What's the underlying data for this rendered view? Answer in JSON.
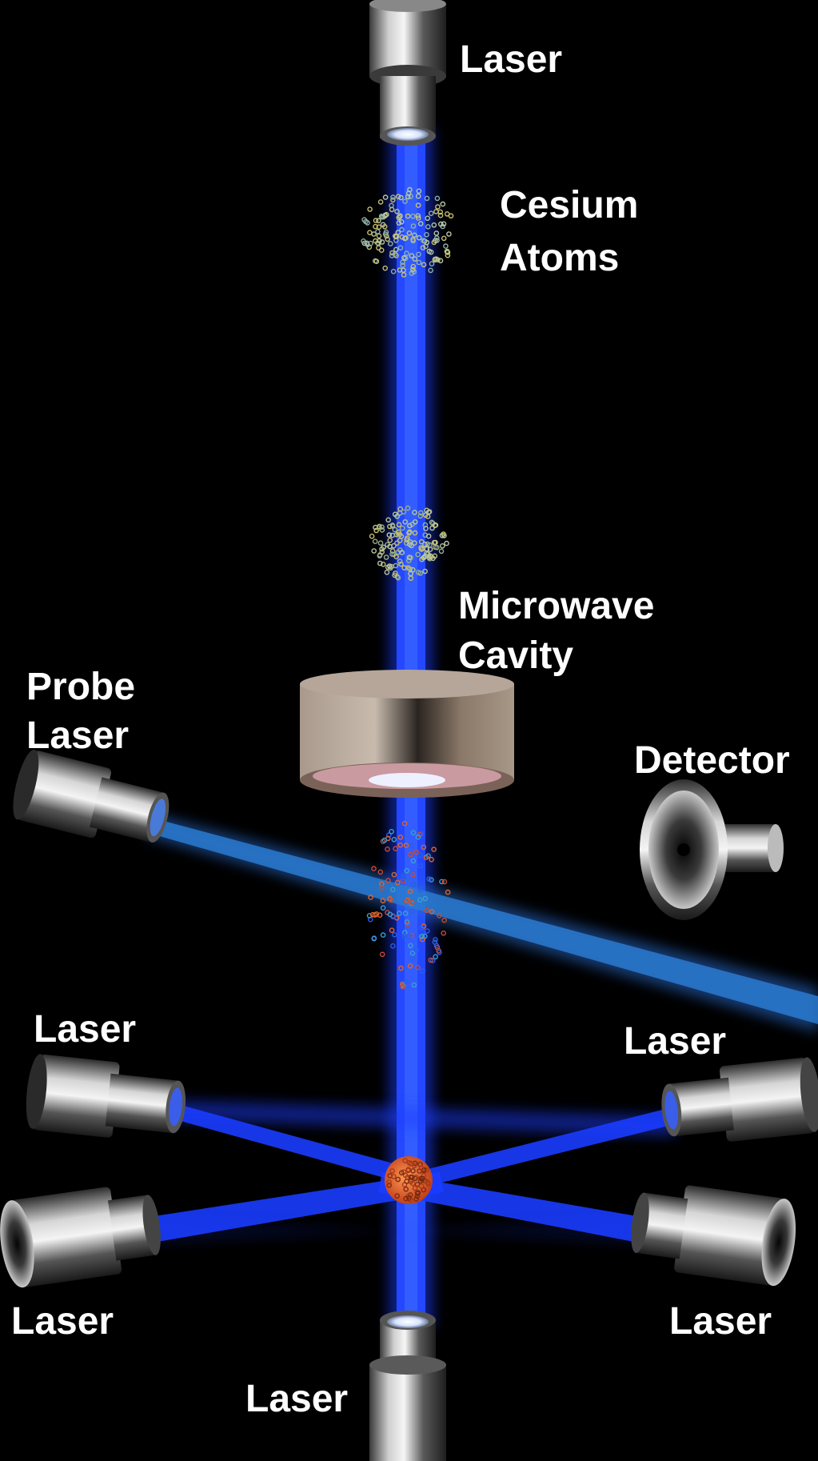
{
  "labels": {
    "top_laser": "Laser",
    "cesium_atoms_line1": "Cesium",
    "cesium_atoms_line2": "Atoms",
    "microwave_cavity_line1": "Microwave",
    "microwave_cavity_line2": "Cavity",
    "probe_laser_line1": "Probe",
    "probe_laser_line2": "Laser",
    "detector": "Detector",
    "left_upper_laser": "Laser",
    "right_upper_laser": "Laser",
    "left_lower_laser": "Laser",
    "right_lower_laser": "Laser",
    "bottom_laser": "Laser"
  },
  "colors": {
    "background": "#000000",
    "beam_blue": "#1a3cff",
    "probe_beam": "#2a6fd6",
    "label_text": "#ffffff",
    "trapped_atoms": "#e0642a",
    "cesium_dots": "#b8c9a0"
  }
}
